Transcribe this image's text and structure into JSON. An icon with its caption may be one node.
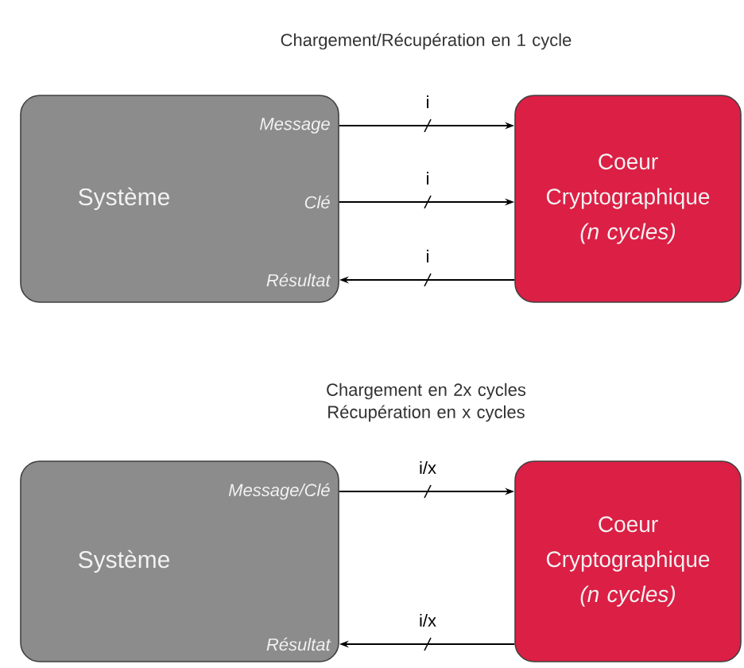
{
  "diagram": {
    "nodes": [
      {
        "text": [
          "Système",
          "Message",
          "Clé",
          "Résultat"
        ]
      },
      {
        "text": [
          "Coeur Cryptographique",
          "(n cycles)"
        ]
      },
      {
        "text": [
          "Système",
          "Message/Clé",
          "Résultat"
        ]
      },
      {
        "text": [
          "Coeur Cryptographique",
          "(n cycles)"
        ]
      }
    ],
    "edges": [
      {
        "from": 0,
        "to": 1,
        "arrow": "to",
        "label": "i"
      },
      {
        "from": 0,
        "to": 1,
        "arrow": "to",
        "label": "i"
      },
      {
        "from": 1,
        "to": 0,
        "arrow": "to",
        "label": "i"
      },
      {
        "from": 2,
        "to": 3,
        "arrow": "to",
        "label": "i/x"
      },
      {
        "from": 3,
        "to": 2,
        "arrow": "to",
        "label": "i/x"
      }
    ],
    "labels": [
      "Chargement/Récupération en 1 cycle",
      "Chargement en 2x cycles Récupération en x cycles"
    ]
  }
}
